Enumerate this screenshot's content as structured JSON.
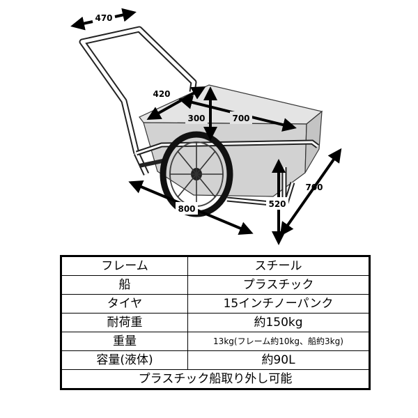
{
  "dimensions": {
    "handle_width": "470",
    "bed_depth": "420",
    "bed_height": "300",
    "bed_length": "700",
    "overall_length": "800",
    "ground_height": "520",
    "overall_width": "700"
  },
  "spec_table": {
    "rows": [
      {
        "label": "フレーム",
        "value": "スチール"
      },
      {
        "label": "船",
        "value": "プラスチック"
      },
      {
        "label": "タイヤ",
        "value": "15インチノーパンク"
      },
      {
        "label": "耐荷重",
        "value": "約150kg"
      },
      {
        "label": "重量",
        "value": "13kg(フレーム約10kg、船約3kg)"
      },
      {
        "label": "容量(液体)",
        "value": "約90L"
      }
    ],
    "footer": "プラスチック船取り外し可能"
  }
}
